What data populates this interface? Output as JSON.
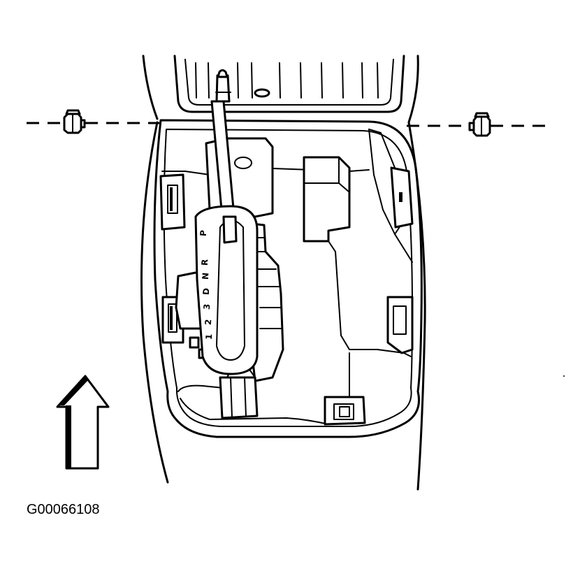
{
  "figure": {
    "id": "G00066108"
  },
  "shift_indicator": {
    "positions": [
      "P",
      "R",
      "N",
      "D",
      "3",
      "2",
      "1"
    ]
  }
}
